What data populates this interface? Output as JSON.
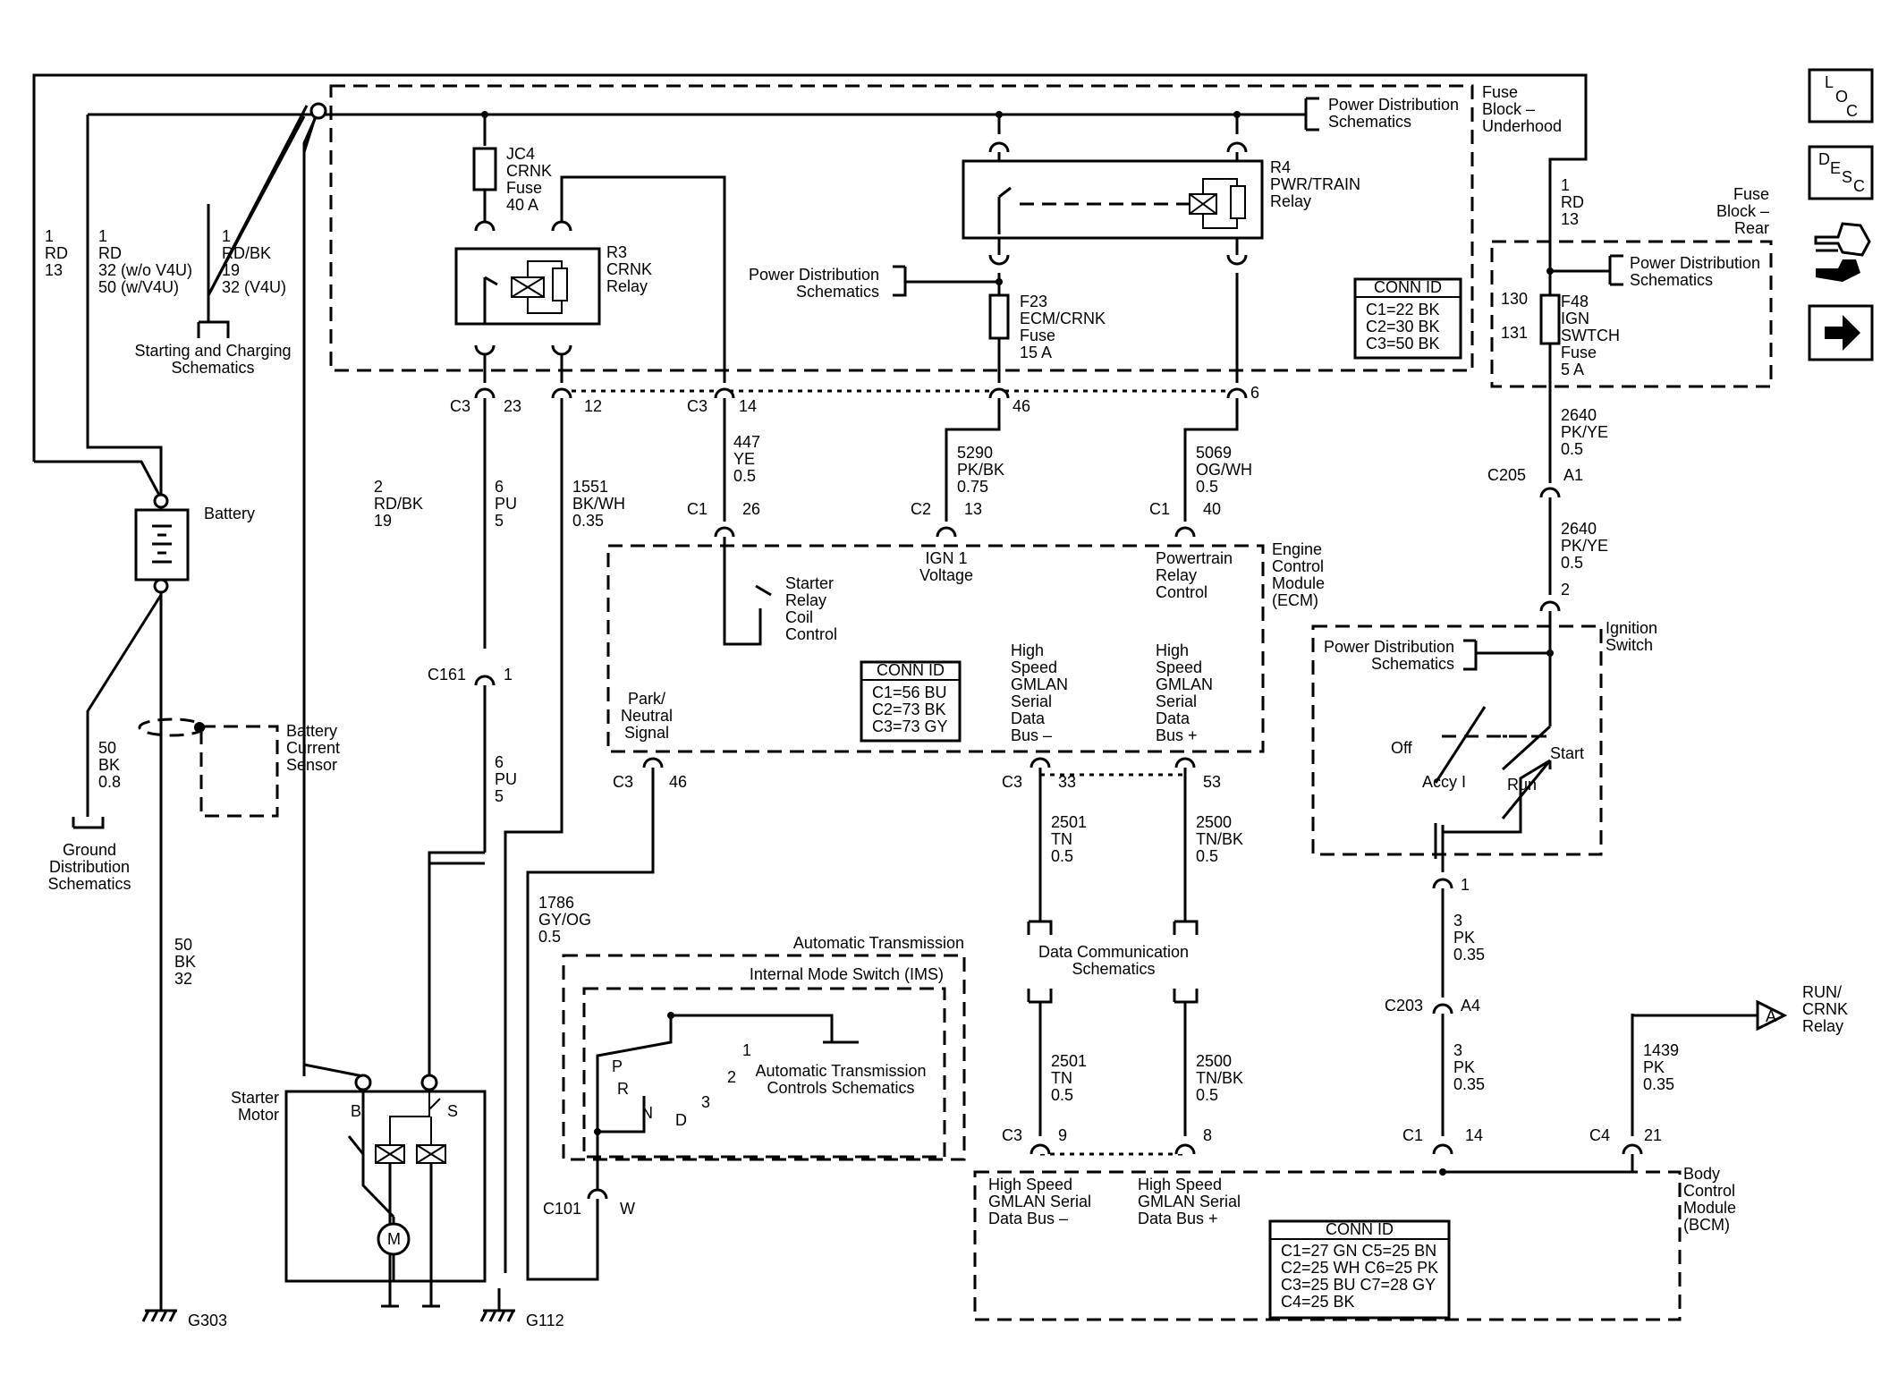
{
  "fuse_block_underhood": [
    "Fuse",
    "Block –",
    "Underhood"
  ],
  "fuse_block_rear": [
    "Fuse",
    "Block –",
    "Rear"
  ],
  "power_dist_1": [
    "Power Distribution",
    "Schematics"
  ],
  "power_dist_2": [
    "Power Distribution",
    "Schematics"
  ],
  "power_dist_3": [
    "Power Distribution",
    "Schematics"
  ],
  "power_dist_4": [
    "Power Distribution",
    "Schematics"
  ],
  "starting_charging": [
    "Starting and Charging",
    "Schematics"
  ],
  "ground_dist": [
    "Ground",
    "Distribution",
    "Schematics"
  ],
  "data_comm": [
    "Data Communication",
    "Schematics"
  ],
  "atc_schem": [
    "Automatic Transmission",
    "Controls Schematics"
  ],
  "wire_1rd13_left": [
    "1",
    "RD",
    "13"
  ],
  "wire_1rd32": [
    "1",
    "RD",
    "32 (w/o V4U)",
    "50 (w/V4U)"
  ],
  "wire_1rdbk": [
    "1",
    "RD/BK",
    "19",
    "32 (V4U)"
  ],
  "wire_2rdbk": [
    "2",
    "RD/BK",
    "19"
  ],
  "wire_6pu_a": [
    "6",
    "PU",
    "5"
  ],
  "wire_6pu_b": [
    "6",
    "PU",
    "5"
  ],
  "wire_1551": [
    "1551",
    "BK/WH",
    "0.35"
  ],
  "wire_447": [
    "447",
    "YE",
    "0.5"
  ],
  "wire_5290": [
    "5290",
    "PK/BK",
    "0.75"
  ],
  "wire_5069": [
    "5069",
    "OG/WH",
    "0.5"
  ],
  "wire_50bk_a": [
    "50",
    "BK",
    "0.8"
  ],
  "wire_50bk_b": [
    "50",
    "BK",
    "32"
  ],
  "wire_1786": [
    "1786",
    "GY/OG",
    "0.5"
  ],
  "wire_2501_a": [
    "2501",
    "TN",
    "0.5"
  ],
  "wire_2500_a": [
    "2500",
    "TN/BK",
    "0.5"
  ],
  "wire_2501_b": [
    "2501",
    "TN",
    "0.5"
  ],
  "wire_2500_b": [
    "2500",
    "TN/BK",
    "0.5"
  ],
  "wire_1rd13_right": [
    "1",
    "RD",
    "13"
  ],
  "wire_2640_a": [
    "2640",
    "PK/YE",
    "0.5"
  ],
  "wire_2640_b": [
    "2640",
    "PK/YE",
    "0.5"
  ],
  "wire_3pk_a": [
    "3",
    "PK",
    "0.35"
  ],
  "wire_3pk_b": [
    "3",
    "PK",
    "0.35"
  ],
  "wire_1439": [
    "1439",
    "PK",
    "0.35"
  ],
  "jc4": [
    "JC4",
    "CRNK",
    "Fuse",
    "40 A"
  ],
  "r3": [
    "R3",
    "CRNK",
    "Relay"
  ],
  "r4": [
    "R4",
    "PWR/TRAIN",
    "Relay"
  ],
  "f23": [
    "F23",
    "ECM/CRNK",
    "Fuse",
    "15 A"
  ],
  "f48": [
    "F48",
    "IGN",
    "SWTCH",
    "Fuse",
    "5 A"
  ],
  "conn_underhood": {
    "title": "CONN ID",
    "lines": [
      "C1=22 BK",
      "C2=30 BK",
      "C3=50 BK"
    ]
  },
  "conn_ecm": {
    "title": "CONN ID",
    "lines": [
      "C1=56 BU",
      "C2=73 BK",
      "C3=73 GY"
    ]
  },
  "conn_bcm": {
    "title": "CONN ID",
    "lines": [
      "C1=27 GN  C5=25 BN",
      "C2=25 WH  C6=25 PK",
      "C3=25 BU  C7=28 GY",
      "C4=25 BK"
    ]
  },
  "battery": "Battery",
  "battery_sensor": [
    "Battery",
    "Current",
    "Sensor"
  ],
  "ecm_title": [
    "Engine",
    "Control",
    "Module",
    "(ECM)"
  ],
  "ecm_ign": [
    "IGN 1",
    "Voltage"
  ],
  "ecm_prc": [
    "Powertrain",
    "Relay",
    "Control"
  ],
  "ecm_starter": [
    "Starter",
    "Relay",
    "Coil",
    "Control"
  ],
  "ecm_gm_minus": [
    "High",
    "Speed",
    "GMLAN",
    "Serial",
    "Data",
    "Bus –"
  ],
  "ecm_gm_plus": [
    "High",
    "Speed",
    "GMLAN",
    "Serial",
    "Data",
    "Bus +"
  ],
  "ecm_park": [
    "Park/",
    "Neutral",
    "Signal"
  ],
  "starter_motor": [
    "Starter",
    "Motor"
  ],
  "term_b": "B",
  "term_s": "S",
  "motor_m": "M",
  "auto_trans": "Automatic Transmission",
  "ims": "Internal Mode Switch (IMS)",
  "ims_p": "P",
  "ims_r": "R",
  "ims_n": "N",
  "ims_d": "D",
  "ims_3": "3",
  "ims_2": "2",
  "ims_1": "1",
  "ign_switch": [
    "Ignition",
    "Switch"
  ],
  "ign_off": "Off",
  "ign_start": "Start",
  "ign_accy": "Accy I",
  "ign_run": "Run",
  "bcm_title": [
    "Body",
    "Control",
    "Module",
    "(BCM)"
  ],
  "bcm_gm_minus": [
    "High Speed",
    "GMLAN Serial",
    "Data Bus –"
  ],
  "bcm_gm_plus": [
    "High Speed",
    "GMLAN Serial",
    "Data Bus +"
  ],
  "run_crnk": [
    "RUN/",
    "CRNK",
    "Relay"
  ],
  "offpage_a": "A",
  "conn_labels": {
    "c3_23": "C3",
    "p23": "23",
    "p12": "12",
    "c3_14": "C3",
    "p14": "14",
    "p46top": "46",
    "p6": "6",
    "c1_26": "C1",
    "p26": "26",
    "c2_13": "C2",
    "p13": "13",
    "c1_40": "C1",
    "p40": "40",
    "c161": "C161",
    "p1_c161": "1",
    "c3_46": "C3",
    "p46": "46",
    "c3_33": "C3",
    "p33": "33",
    "p53": "53",
    "c3_9": "C3",
    "p9": "9",
    "p8": "8",
    "c101": "C101",
    "pw": "W",
    "c205": "C205",
    "pa1": "A1",
    "p2_ign": "2",
    "p1_ign": "1",
    "c203": "C203",
    "pa4": "A4",
    "c1_14": "C1",
    "p14_bcm": "14",
    "c4_21": "C4",
    "p21": "21",
    "p130": "130",
    "p131": "131",
    "g303": "G303",
    "g112": "G112"
  },
  "nav_loc": [
    "L",
    "O",
    "C"
  ],
  "nav_desc": [
    "D",
    "E",
    "S",
    "C"
  ],
  "colors": {
    "ink": "#000000",
    "background": "#ffffff"
  }
}
